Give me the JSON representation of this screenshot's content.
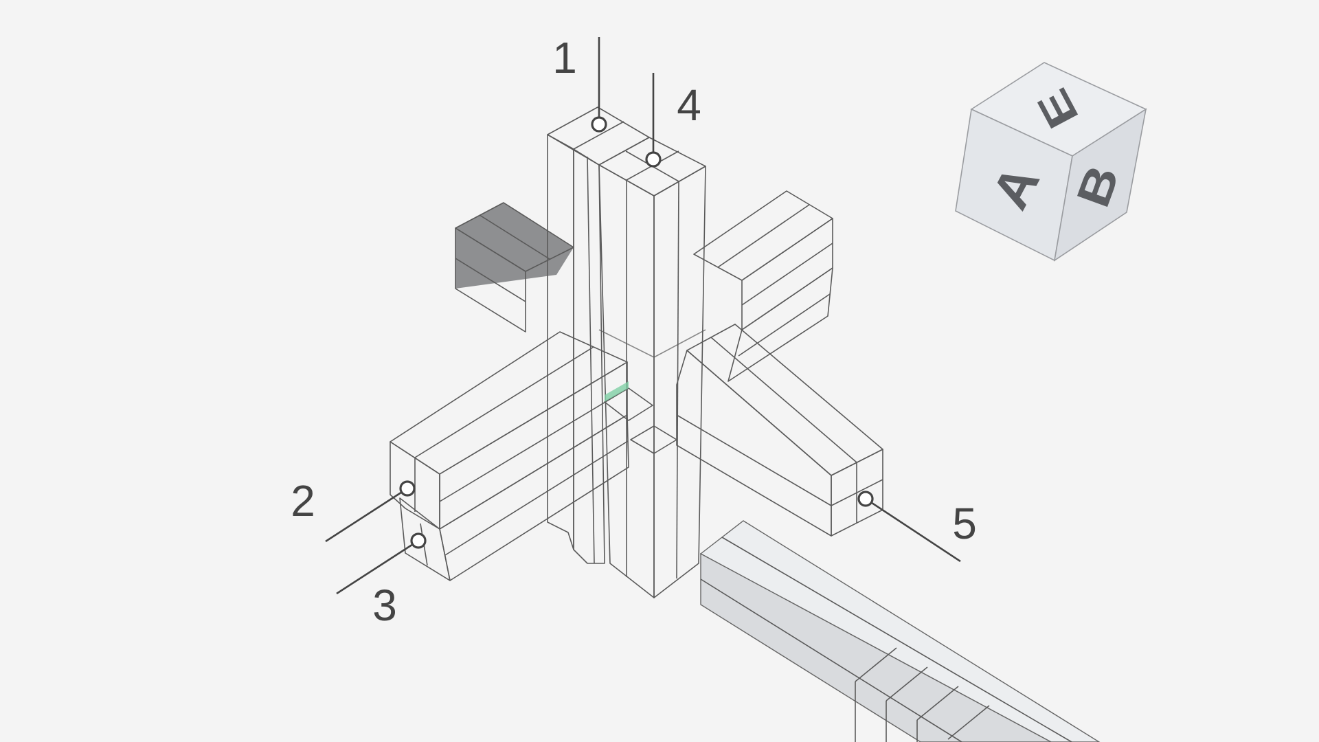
{
  "diagram": {
    "callouts": [
      {
        "id": "1",
        "label": "1"
      },
      {
        "id": "2",
        "label": "2"
      },
      {
        "id": "3",
        "label": "3"
      },
      {
        "id": "4",
        "label": "4"
      },
      {
        "id": "5",
        "label": "5"
      }
    ],
    "nav_cube": {
      "faces": {
        "top": "E",
        "left": "A",
        "right": "B"
      }
    },
    "colors": {
      "background": "#f4f4f4",
      "green_member": "#9fe3c1",
      "yellow_member": "#f4e1b5",
      "blue_member": "#a8d4ec",
      "red_member": "#ea9fa4",
      "dark_member": "#7b7c7f",
      "light_member": "#dfe1e4",
      "nav_cube": "#e6e8ec",
      "edge": "#5a5a5a",
      "label": "#444444"
    }
  }
}
